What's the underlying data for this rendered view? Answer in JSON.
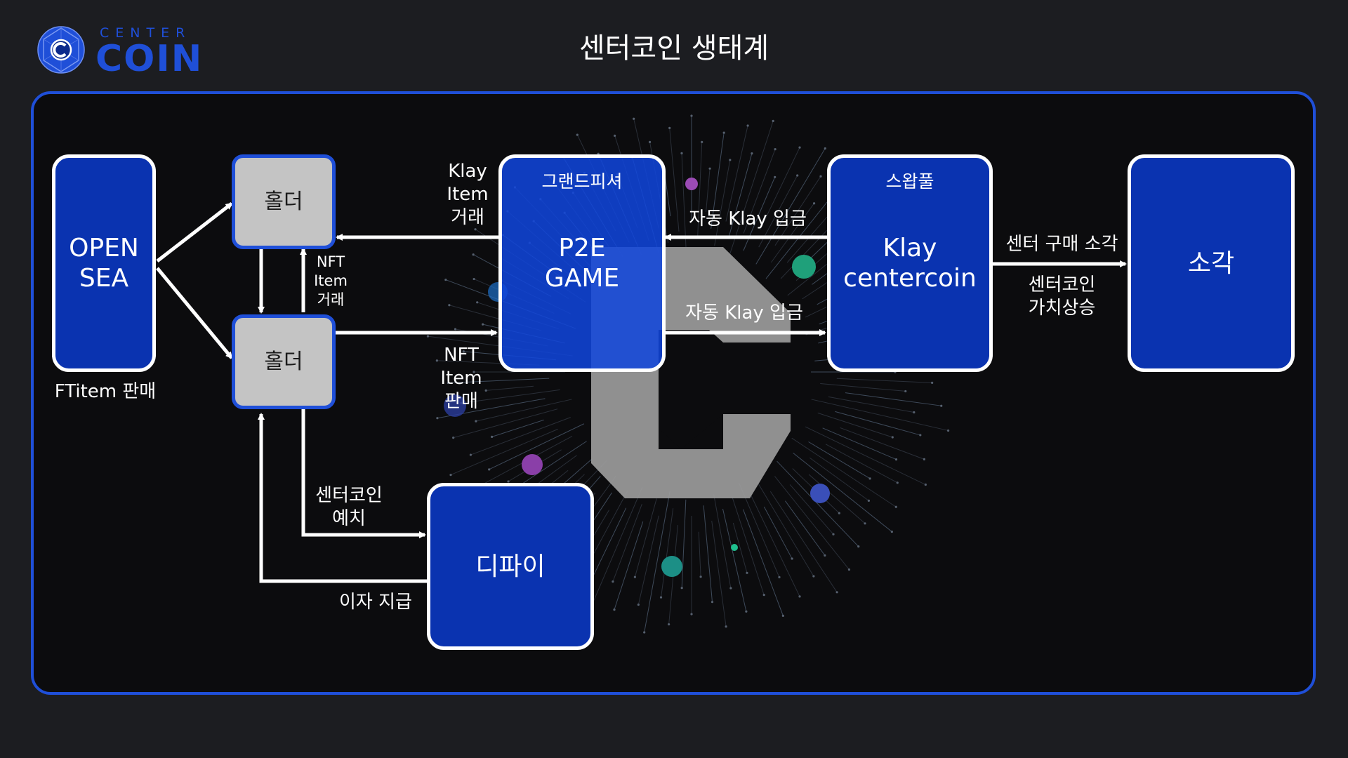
{
  "header": {
    "logo_small": "CENTER",
    "logo_big": "COIN",
    "title": "센터코인 생태계"
  },
  "colors": {
    "accent": "#1f4fd8",
    "box_blue": "#0a33b0",
    "holder_gray": "#c4c4c4",
    "background": "#1c1d21",
    "panel": "#0c0c0e"
  },
  "nodes": {
    "opensea": {
      "label": "OPEN\nSEA"
    },
    "holder_top": {
      "label": "홀더"
    },
    "holder_bottom": {
      "label": "홀더"
    },
    "p2e": {
      "label": "P2E\nGAME",
      "sub": "그랜드피셔"
    },
    "klay": {
      "label": "Klay\ncentercoin",
      "sub": "스왑풀"
    },
    "burn": {
      "label": "소각"
    },
    "defi": {
      "label": "디파이"
    }
  },
  "edge_labels": {
    "ftitem_sale": "FTitem 판매",
    "nft_item_trade": "NFT\nItem\n거래",
    "klay_item_trade": "Klay\nItem\n거래",
    "nft_item_sale": "NFT\nItem\n판매",
    "auto_klay_top": "자동 Klay 입금",
    "auto_klay_bottom": "자동 Klay 입금",
    "center_buy_burn": "센터 구매 소각",
    "centercoin_value_up": "센터코인\n가치상승",
    "centercoin_deposit": "센터코인\n예치",
    "interest_payment": "이자 지급"
  },
  "watermark": {
    "letter": "C"
  }
}
